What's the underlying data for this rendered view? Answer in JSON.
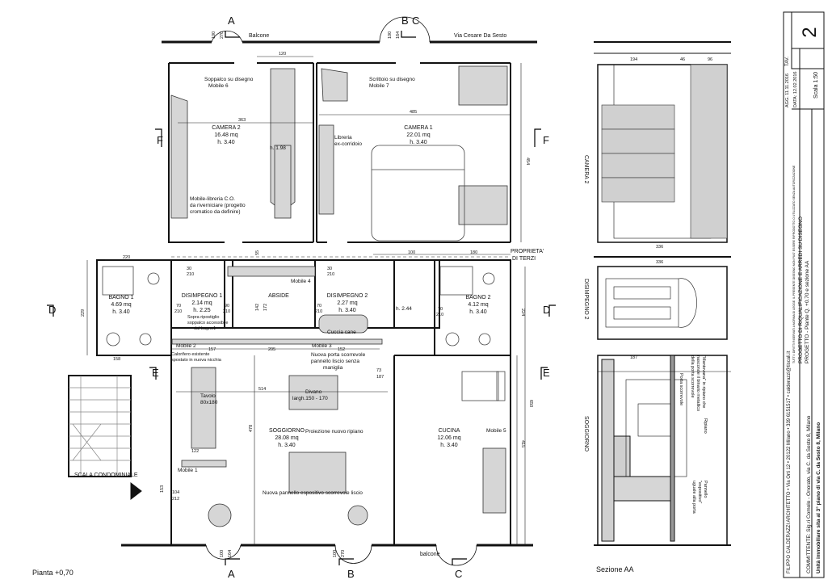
{
  "page_label": "Pianta +0,70",
  "section_label": "Sezione AA",
  "street_top": "Via Cesare Da Sesto",
  "balcone_top": "Balcone",
  "balcone_bottom": "balcone",
  "stair_label": "SCALA CONDOMINIALE",
  "proprieta": [
    "PROPRIETA'",
    "DI TERZI"
  ],
  "section_markers": {
    "A": "A",
    "B": "B",
    "C": "C",
    "D": "D",
    "E": "E",
    "F": "F"
  },
  "rooms": {
    "camera2": [
      "CAMERA 2",
      "16.48 mq",
      "h. 3.40"
    ],
    "camera1": [
      "CAMERA 1",
      "22.01 mq",
      "h. 3.40"
    ],
    "bagno1": [
      "BAGNO 1",
      "4.69 mq",
      "h. 3.40"
    ],
    "bagno2": [
      "BAGNO 2",
      "4.12 mq",
      "h. 3.40"
    ],
    "disimpegno1": [
      "DISIMPEGNO 1",
      "2.14 mq",
      "h. 2.25"
    ],
    "disimpegno2": [
      "DISIMPEGNO 2",
      "2.27 mq",
      "h. 3.40"
    ],
    "abside": "ABSIDE",
    "soggiorno": [
      "SOGGIORNO",
      "28.08 mq",
      "h. 3.40"
    ],
    "cucina": [
      "CUCINA",
      "12.06 mq",
      "h. 3.40"
    ]
  },
  "notes": {
    "soppalco": [
      "Soppalco su disegno",
      "Mobile 6"
    ],
    "scrittoio": [
      "Scrittoio su disegno",
      "Mobile 7"
    ],
    "libreria": [
      "Libreria",
      "ex-corridoio"
    ],
    "mobile_libreria": [
      "Mobile-libreria C.O.",
      "da riverniciare (progetto",
      "cromatico da definire)"
    ],
    "ripostiglio": [
      "Sopra ripostiglio",
      "soppalco accessibile",
      "dal bagno1"
    ],
    "calorifero": [
      "Calorifero esistente",
      "spostato in nuova nicchia"
    ],
    "porta": [
      "Nuova porta scorrevole",
      "pannello liscio senza",
      "maniglia"
    ],
    "cuccia": "Cuccia cane",
    "tavolo": [
      "Tavolo",
      "80x180"
    ],
    "divano": [
      "Divano",
      "largh.150 - 170"
    ],
    "ripiano": "Proiezione nuovo ripiano",
    "pannello": "Nuova pannello espositivo scorrevole liscio",
    "h198": "h. 1.98",
    "h244": "h. 2.44",
    "mobile1": "Mobile 1",
    "mobile2": "Mobile 2",
    "mobile3": "Mobile 3",
    "mobile4": "Mobile 4",
    "mobile5": "Mobile 5"
  },
  "dimensions": {
    "d100a": "100",
    "d270a": "270",
    "d100b": "100",
    "d164b": "164",
    "d120": "120",
    "d363": "363",
    "d485": "485",
    "d454": "454",
    "d100c": "100",
    "d180": "180",
    "d220": "220",
    "d229": "229",
    "d158": "158",
    "d157": "157",
    "d205": "205",
    "d152": "152",
    "d514": "514",
    "d478": "478",
    "d650": "650",
    "d415": "415",
    "d224": "224",
    "d187": "187",
    "d73": "73",
    "d122": "122",
    "d104": "104",
    "d212": "212",
    "d153": "153",
    "d30a": "30",
    "d210a": "210",
    "d30b": "30",
    "d210b": "210",
    "d55": "55",
    "d70a": "70",
    "d210c": "210",
    "d90": "90",
    "d210d": "210",
    "d70b": "70",
    "d210e": "210",
    "d70c": "70",
    "d210f": "210",
    "d100d": "100",
    "d164d": "164",
    "d100e": "100",
    "d270e": "270",
    "d142": "142",
    "d172": "172"
  },
  "section_view": {
    "dims_top": [
      "194",
      "46",
      "96"
    ],
    "d336a": "336",
    "d336b": "336",
    "d187s": "187",
    "camera2": "CAMERA 2",
    "disimpegno2": "DISIMPEGNO 2",
    "soggiorno": "SOGGIORNO",
    "nota_mantovana": [
      "\"Mantovana\" in ripiano che",
      "nasconde il binario metallico",
      "della porta scorrevole"
    ],
    "porta_scorrevole": "Porta scorrevole",
    "ripiano": "Ripiano",
    "pannello": [
      "Pannello",
      "\"espositivo\"",
      "uguale alla porta"
    ]
  },
  "title_block": {
    "tav_number": "2",
    "tav_label": "TAV.",
    "date1": "AGG. 11.11.2016",
    "date2": "DATA: 12.02.2016",
    "scale": "Scala 1:50",
    "architect": "FILIPPO CALDERAZZI ARCHITETTO  •  Via Orti 12  •  20122 Milano  •  339 6151517  •  calderazzi@tiscali.it",
    "copyright": "TUTTI I DIRITTI RISERVATI A NORMA DI LEGGE. IL PRESENTE DISEGNO NON PUO' ESSERE RIPRODOTTO O UTILIZZATO SENZA AUTORIZZAZIONE",
    "project": "PROGETTO DI RIQUALIFICAZIONE E ARREDI SU DISEGNO",
    "progetto": "PROGETTO - Piante Q. +0.70 e sezione AA",
    "committente": "COMMITTENTE: Sig.ri Comolo - Onorato, via C. da Sesto 8, Milano",
    "unita": "Unità immobiliare sita al 3° piano di via C. da Sesto 8, Milano"
  },
  "colors": {
    "line": "#111111",
    "wall": "#1a1a1a",
    "fill": "#cfcfcf",
    "furniture": "#d6d6d6"
  }
}
